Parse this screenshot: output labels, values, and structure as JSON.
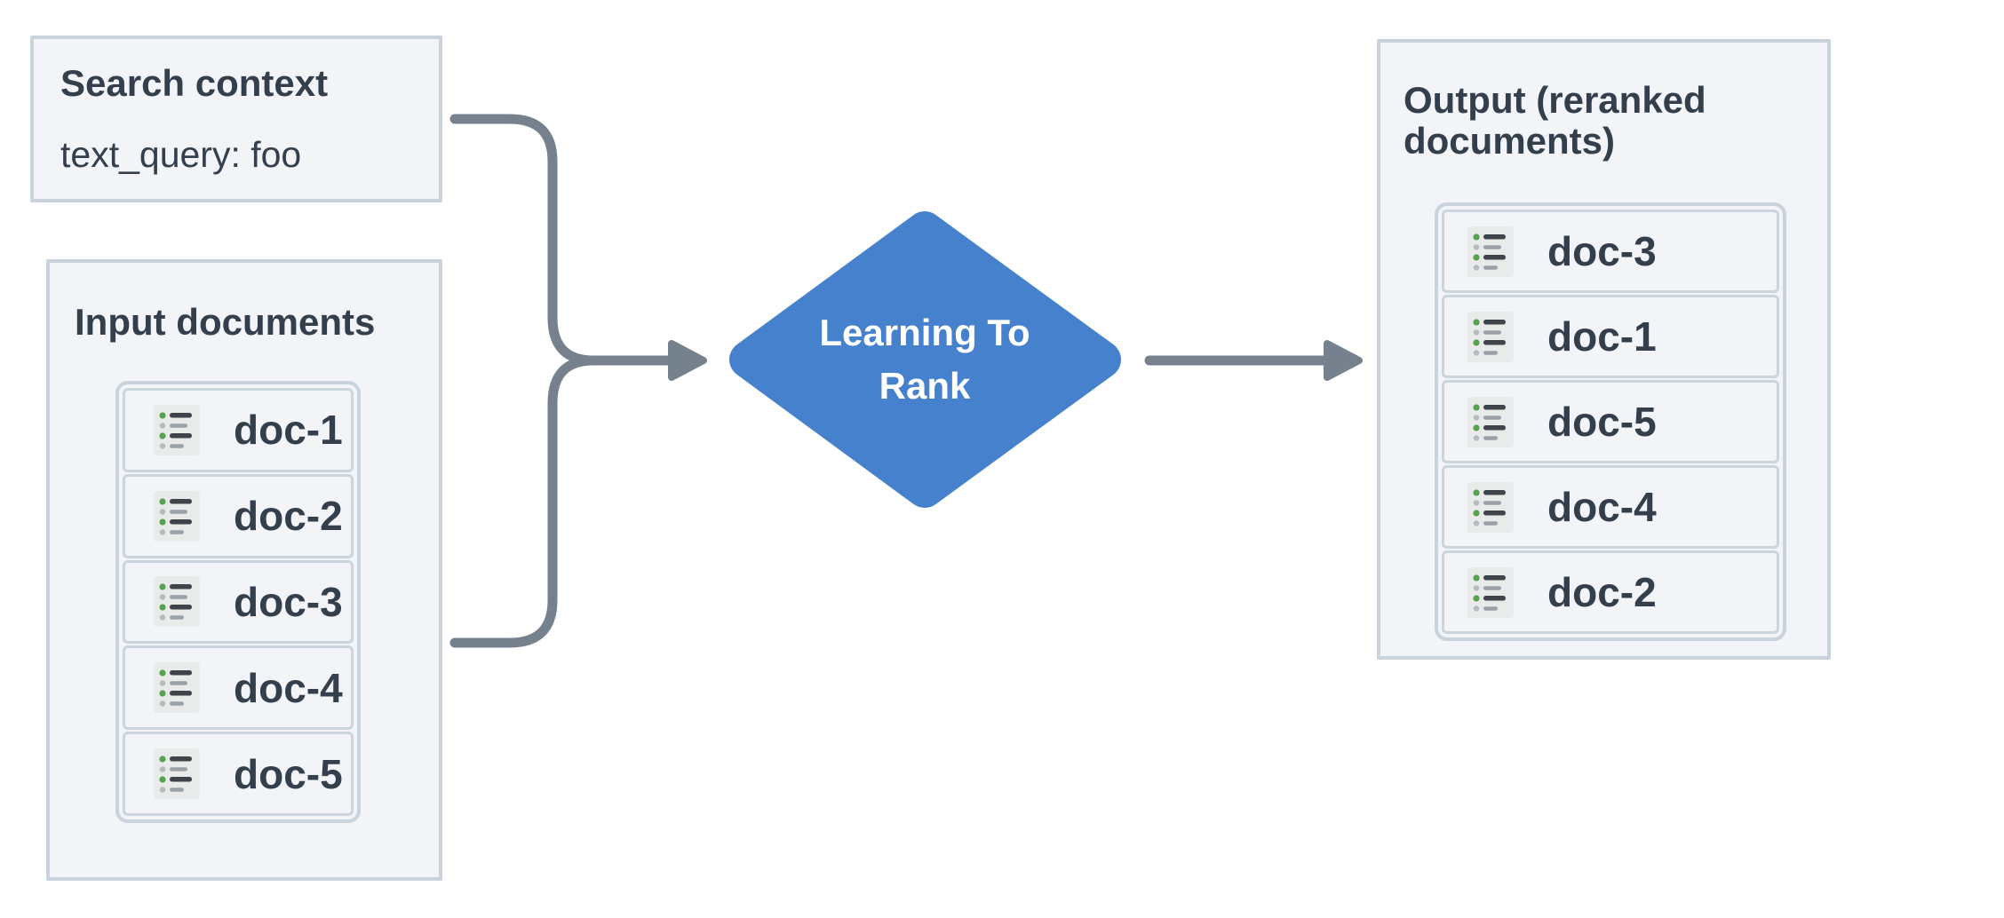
{
  "search_context": {
    "title": "Search context",
    "query_line": "text_query: foo"
  },
  "input_documents": {
    "title": "Input documents",
    "docs": [
      "doc-1",
      "doc-2",
      "doc-3",
      "doc-4",
      "doc-5"
    ]
  },
  "ltr_node": {
    "line1": "Learning To",
    "line2": "Rank"
  },
  "output": {
    "title": "Output (reranked documents)",
    "docs": [
      "doc-3",
      "doc-1",
      "doc-5",
      "doc-4",
      "doc-2"
    ]
  },
  "icons": {
    "doc_row_icon": "bulleted-list-document-icon",
    "merge_connector": "curly-merge-arrow",
    "output_connector": "straight-arrow"
  },
  "colors": {
    "node_blue": "#4681cd",
    "arrow_gray": "#76818e",
    "panel_border": "#c8d3dd",
    "panel_bg": "#f2f4f7",
    "text_dark": "#333f4d",
    "icon_bg": "#e9eaea",
    "icon_line_dark": "#3f434a",
    "icon_line_gray": "#9aa1a8",
    "icon_dot_green": "#55a34c",
    "icon_dot_gray": "#b7bbc0"
  }
}
